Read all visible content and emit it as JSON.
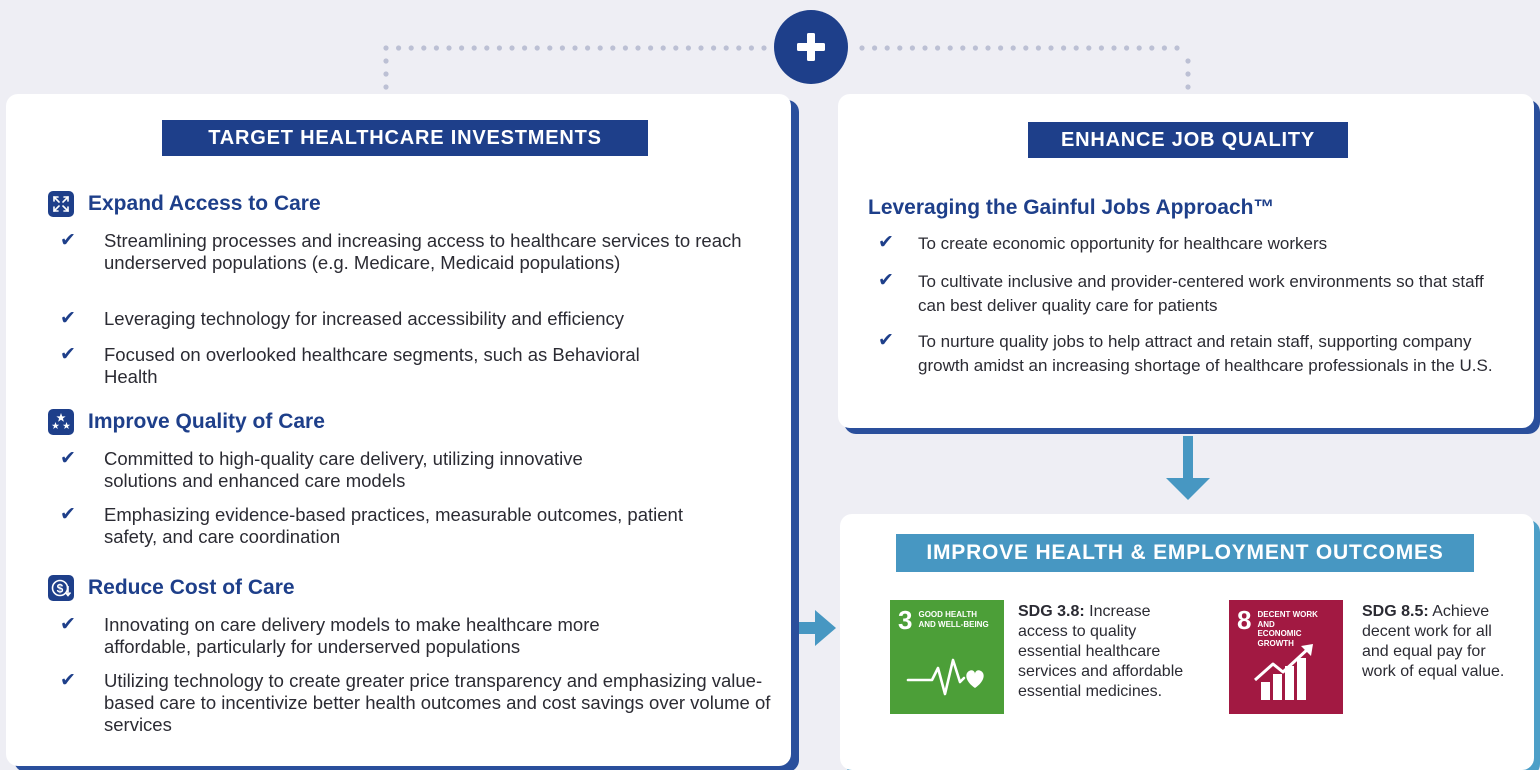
{
  "colors": {
    "navy": "#1e3f8a",
    "teal": "#4797c2",
    "background": "#eeeef4",
    "sdg3_green": "#4c9f38",
    "sdg8_red": "#a21942"
  },
  "connector": {
    "icon": "plus-icon"
  },
  "left_card": {
    "header": "TARGET HEALTHCARE INVESTMENTS",
    "sections": [
      {
        "icon": "expand-arrows-icon",
        "title": "Expand Access to Care",
        "items": [
          "Streamlining processes and increasing access to healthcare services to reach underserved populations (e.g. Medicare, Medicaid populations)",
          "Leveraging technology for increased accessibility and efficiency",
          "Focused on overlooked healthcare segments, such as Behavioral Health"
        ]
      },
      {
        "icon": "stars-icon",
        "title": "Improve Quality of Care",
        "items": [
          "Committed to high-quality care delivery, utilizing innovative solutions and enhanced care models",
          "Emphasizing evidence-based practices, measurable outcomes, patient safety, and care coordination"
        ]
      },
      {
        "icon": "dollar-down-icon",
        "title": "Reduce Cost of Care",
        "items": [
          "Innovating on care delivery models to make healthcare more affordable, particularly for underserved populations",
          "Utilizing technology to create greater price transparency and emphasizing value-based care to incentivize better health outcomes and cost savings over volume of services"
        ]
      }
    ]
  },
  "right_top_card": {
    "header": "ENHANCE JOB QUALITY",
    "subtitle": "Leveraging the Gainful Jobs Approach™",
    "items": [
      "To create economic opportunity for healthcare workers",
      "To cultivate inclusive and provider-centered work environments so that staff can best deliver quality care for patients",
      "To nurture quality jobs to help attract and retain staff, supporting company growth amidst an increasing shortage of healthcare professionals in the U.S."
    ]
  },
  "right_bottom_card": {
    "header": "IMPROVE HEALTH & EMPLOYMENT OUTCOMES",
    "sdgs": [
      {
        "number": "3",
        "label_line1": "GOOD HEALTH",
        "label_line2": "AND WELL-BEING",
        "icon": "heartbeat-icon",
        "code": "SDG 3.8:",
        "description": "Increase access to quality essential healthcare services and affordable essential medicines."
      },
      {
        "number": "8",
        "label_line1": "DECENT WORK AND",
        "label_line2": "ECONOMIC GROWTH",
        "icon": "growth-chart-icon",
        "code": "SDG 8.5:",
        "description": "Achieve decent work for all and equal pay for work of equal value."
      }
    ]
  }
}
